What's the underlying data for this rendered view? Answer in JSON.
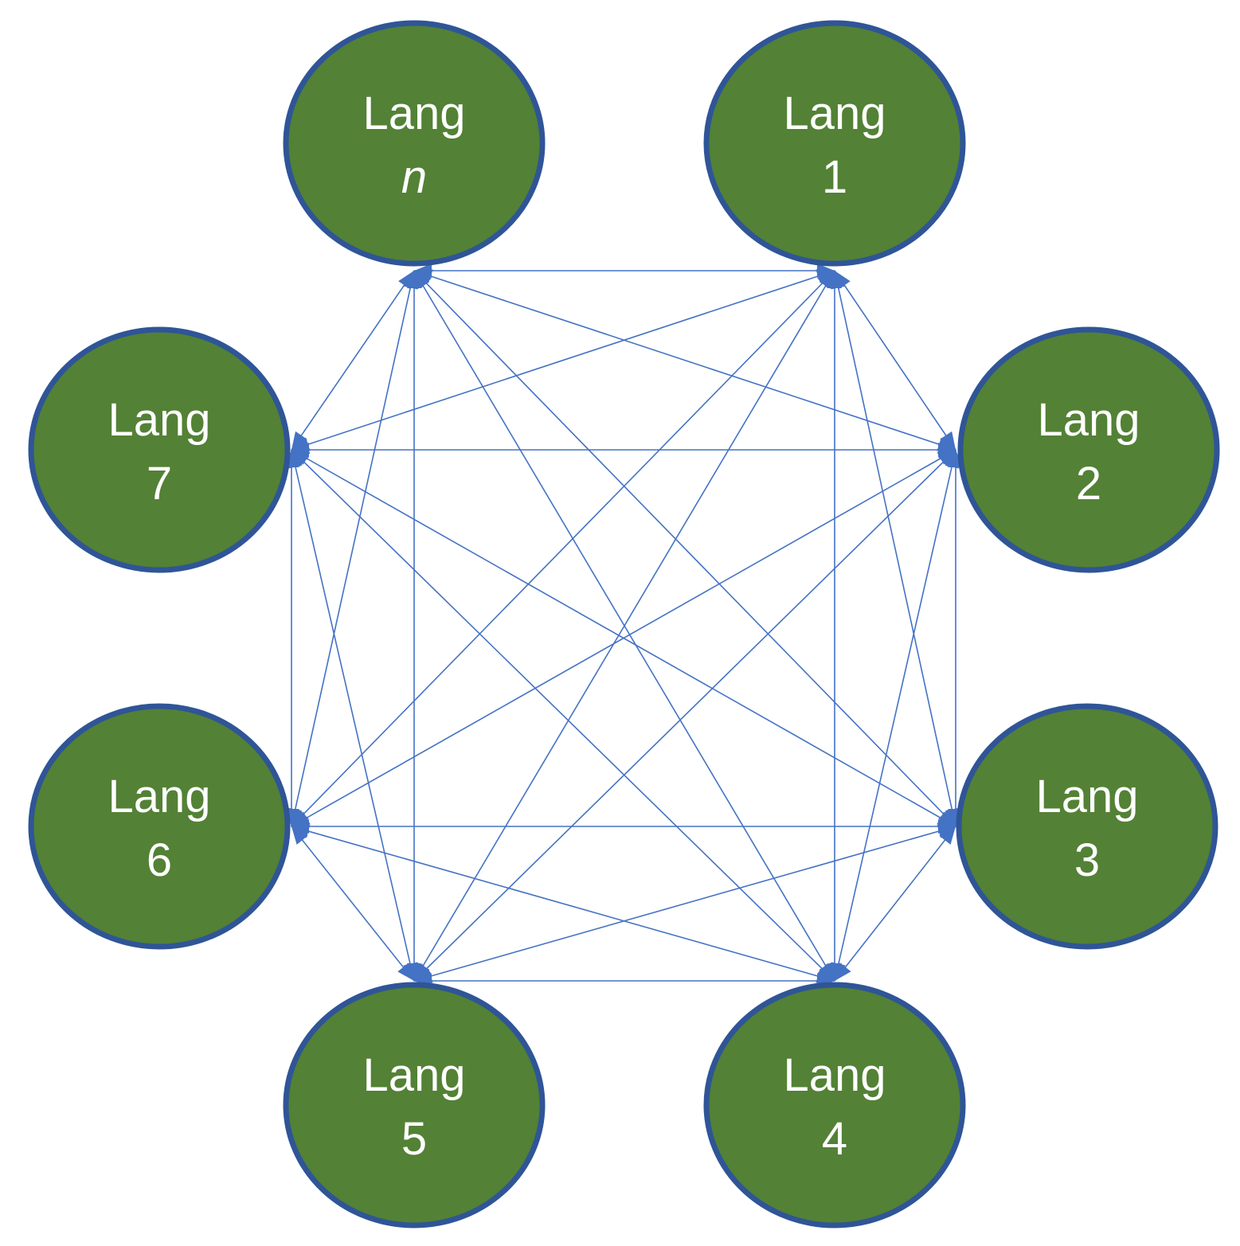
{
  "colors": {
    "node_fill": "#538135",
    "node_stroke": "#2F5597",
    "edge": "#4472C4",
    "arrow": "#4472C4",
    "label": "#ffffff"
  },
  "nodes": [
    {
      "id": "lang-n",
      "line1": "Lang",
      "line2": "n",
      "italic_line2": true
    },
    {
      "id": "lang-1",
      "line1": "Lang",
      "line2": "1",
      "italic_line2": false
    },
    {
      "id": "lang-2",
      "line1": "Lang",
      "line2": "2",
      "italic_line2": false
    },
    {
      "id": "lang-3",
      "line1": "Lang",
      "line2": "3",
      "italic_line2": false
    },
    {
      "id": "lang-4",
      "line1": "Lang",
      "line2": "4",
      "italic_line2": false
    },
    {
      "id": "lang-5",
      "line1": "Lang",
      "line2": "5",
      "italic_line2": false
    },
    {
      "id": "lang-6",
      "line1": "Lang",
      "line2": "6",
      "italic_line2": false
    },
    {
      "id": "lang-7",
      "line1": "Lang",
      "line2": "7",
      "italic_line2": false
    }
  ],
  "edges": "complete-graph",
  "arrowheads": "at-every-node-attachment-point"
}
